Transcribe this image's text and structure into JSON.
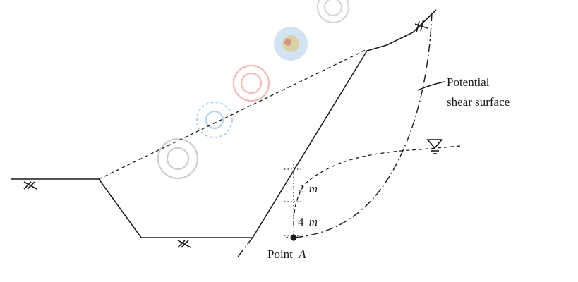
{
  "labels": {
    "potential_line1": "Potential",
    "potential_line2": "shear surface",
    "dim_upper_value": "2",
    "dim_upper_unit": "m",
    "dim_lower_value": "4",
    "dim_lower_unit": "m",
    "point_prefix": "Point",
    "point_name": "A"
  },
  "colors": {
    "ink": "#1a1a1a",
    "watermark_red": "#d23a3a",
    "watermark_blue": "#3a7fc0",
    "watermark_gray": "#8a8a8a",
    "watermark_yellow": "#e0b020"
  }
}
